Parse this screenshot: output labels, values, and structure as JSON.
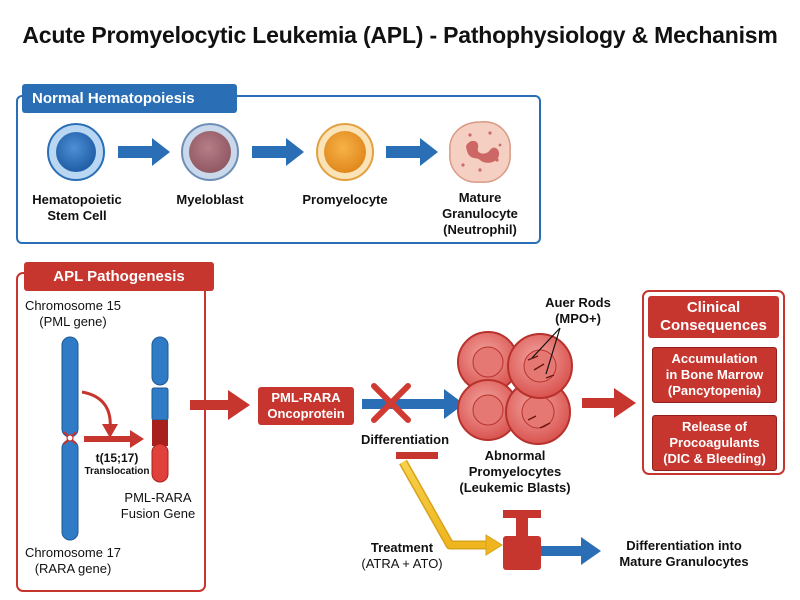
{
  "title": "Acute Promyelocytic Leukemia (APL) - Pathophysiology & Mechanism",
  "normal": {
    "heading": "Normal Hematopoiesis",
    "cells": [
      {
        "line1": "Hematopoietic",
        "line2": "Stem Cell",
        "line3": ""
      },
      {
        "line1": "Myeloblast",
        "line2": "",
        "line3": ""
      },
      {
        "line1": "Promyelocyte",
        "line2": "",
        "line3": ""
      },
      {
        "line1": "Mature",
        "line2": "Granulocyte",
        "line3": "(Neutrophil)"
      }
    ]
  },
  "pathogenesis": {
    "heading": "APL Pathogenesis",
    "chr15_line1": "Chromosome 15",
    "chr15_line2": "(PML gene)",
    "chr17_line1": "Chromosome 17",
    "chr17_line2": "(RARA gene)",
    "translocation": "t(15;17)",
    "translocation_sub": "Translocation",
    "fusion_line1": "PML-RARA",
    "fusion_line2": "Fusion Gene"
  },
  "oncoprotein": {
    "line1": "PML-RARA",
    "line2": "Oncoprotein"
  },
  "differentiation_label": "Differentiation",
  "auer": {
    "line1": "Auer Rods",
    "line2": "(MPO+)"
  },
  "abnormal": {
    "line1": "Abnormal",
    "line2": "Promyelocytes",
    "line3": "(Leukemic Blasts)"
  },
  "clinical": {
    "heading_line1": "Clinical",
    "heading_line2": "Consequences",
    "items": [
      {
        "line1": "Accumulation",
        "line2": "in Bone Marrow",
        "line3": "(Pancytopenia)"
      },
      {
        "line1": "Release of",
        "line2": "Procoagulants",
        "line3": "(DIC & Bleeding)"
      }
    ]
  },
  "treatment": {
    "line1": "Treatment",
    "line2": "(ATRA + ATO)"
  },
  "outcome": {
    "line1": "Differentiation into",
    "line2": "Mature Granulocytes"
  },
  "colors": {
    "blue": "#2a6fb5",
    "red": "#c7352f",
    "yellow": "#f2c12e",
    "orange": "#f0a030"
  }
}
